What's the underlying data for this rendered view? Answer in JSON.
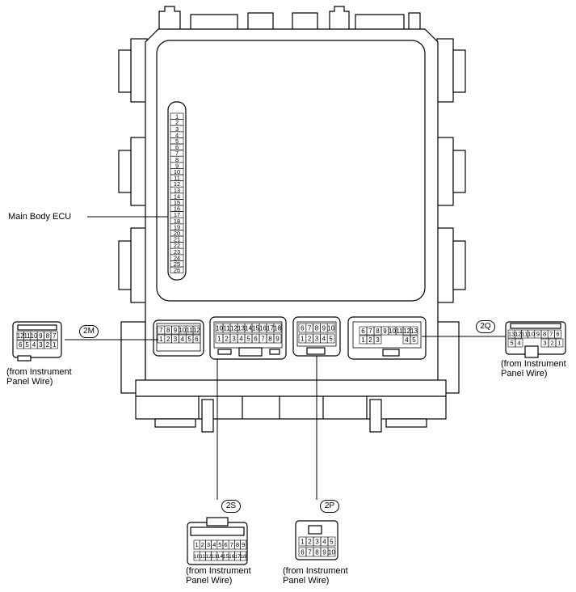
{
  "labels": {
    "main_body_ecu": "Main Body ECU"
  },
  "ecu_strip_numbers": [
    "1",
    "2",
    "3",
    "4",
    "5",
    "6",
    "7",
    "8",
    "9",
    "10",
    "11",
    "12",
    "13",
    "14",
    "15",
    "16",
    "17",
    "18",
    "19",
    "20",
    "21",
    "22",
    "23",
    "24",
    "25",
    "26"
  ],
  "connectors": {
    "c2M": {
      "id": "2M",
      "note_line1": "(from Instrument",
      "note_line2": "Panel Wire)",
      "ecu_side_top": [
        "7",
        "8",
        "9",
        "10",
        "11",
        "12"
      ],
      "ecu_side_bottom": [
        "1",
        "2",
        "3",
        "4",
        "5",
        "6"
      ],
      "plug_top": [
        "12",
        "11",
        "10",
        "9",
        "8",
        "7"
      ],
      "plug_bottom": [
        "6",
        "5",
        "4",
        "3",
        "2",
        "1"
      ]
    },
    "c2S": {
      "id": "2S",
      "note_line1": "(from Instrument",
      "note_line2": "Panel Wire)",
      "ecu_side_top": [
        "10",
        "11",
        "12",
        "13",
        "14",
        "15",
        "16",
        "17",
        "18"
      ],
      "ecu_side_bottom": [
        "1",
        "2",
        "3",
        "4",
        "5",
        "6",
        "7",
        "8",
        "9"
      ],
      "plug_top": [
        "1",
        "2",
        "3",
        "4",
        "5",
        "6",
        "7",
        "8",
        "9"
      ],
      "plug_bottom": [
        "10",
        "11",
        "12",
        "13",
        "14",
        "15",
        "16",
        "17",
        "18"
      ]
    },
    "c2P": {
      "id": "2P",
      "note_line1": "(from Instrument",
      "note_line2": "Panel Wire)",
      "ecu_side_top": [
        "6",
        "7",
        "8",
        "9",
        "10"
      ],
      "ecu_side_bottom": [
        "1",
        "2",
        "3",
        "4",
        "5"
      ],
      "plug_top": [
        "1",
        "2",
        "3",
        "4",
        "5"
      ],
      "plug_bottom": [
        "6",
        "7",
        "8",
        "9",
        "10"
      ]
    },
    "c2Q": {
      "id": "2Q",
      "note_line1": "(from Instrument",
      "note_line2": "Panel Wire)",
      "ecu_side_top": [
        "6",
        "7",
        "8",
        "9",
        "10",
        "11",
        "12",
        "13"
      ],
      "ecu_side_bottom_left": [
        "1",
        "2",
        "3"
      ],
      "ecu_side_bottom_right": [
        "4",
        "5"
      ],
      "plug_top": [
        "13",
        "12",
        "11",
        "10",
        "9",
        "8",
        "7",
        "6"
      ],
      "plug_bottom_left": [
        "5",
        "4"
      ],
      "plug_bottom_right": [
        "3",
        "2",
        "1"
      ]
    }
  }
}
